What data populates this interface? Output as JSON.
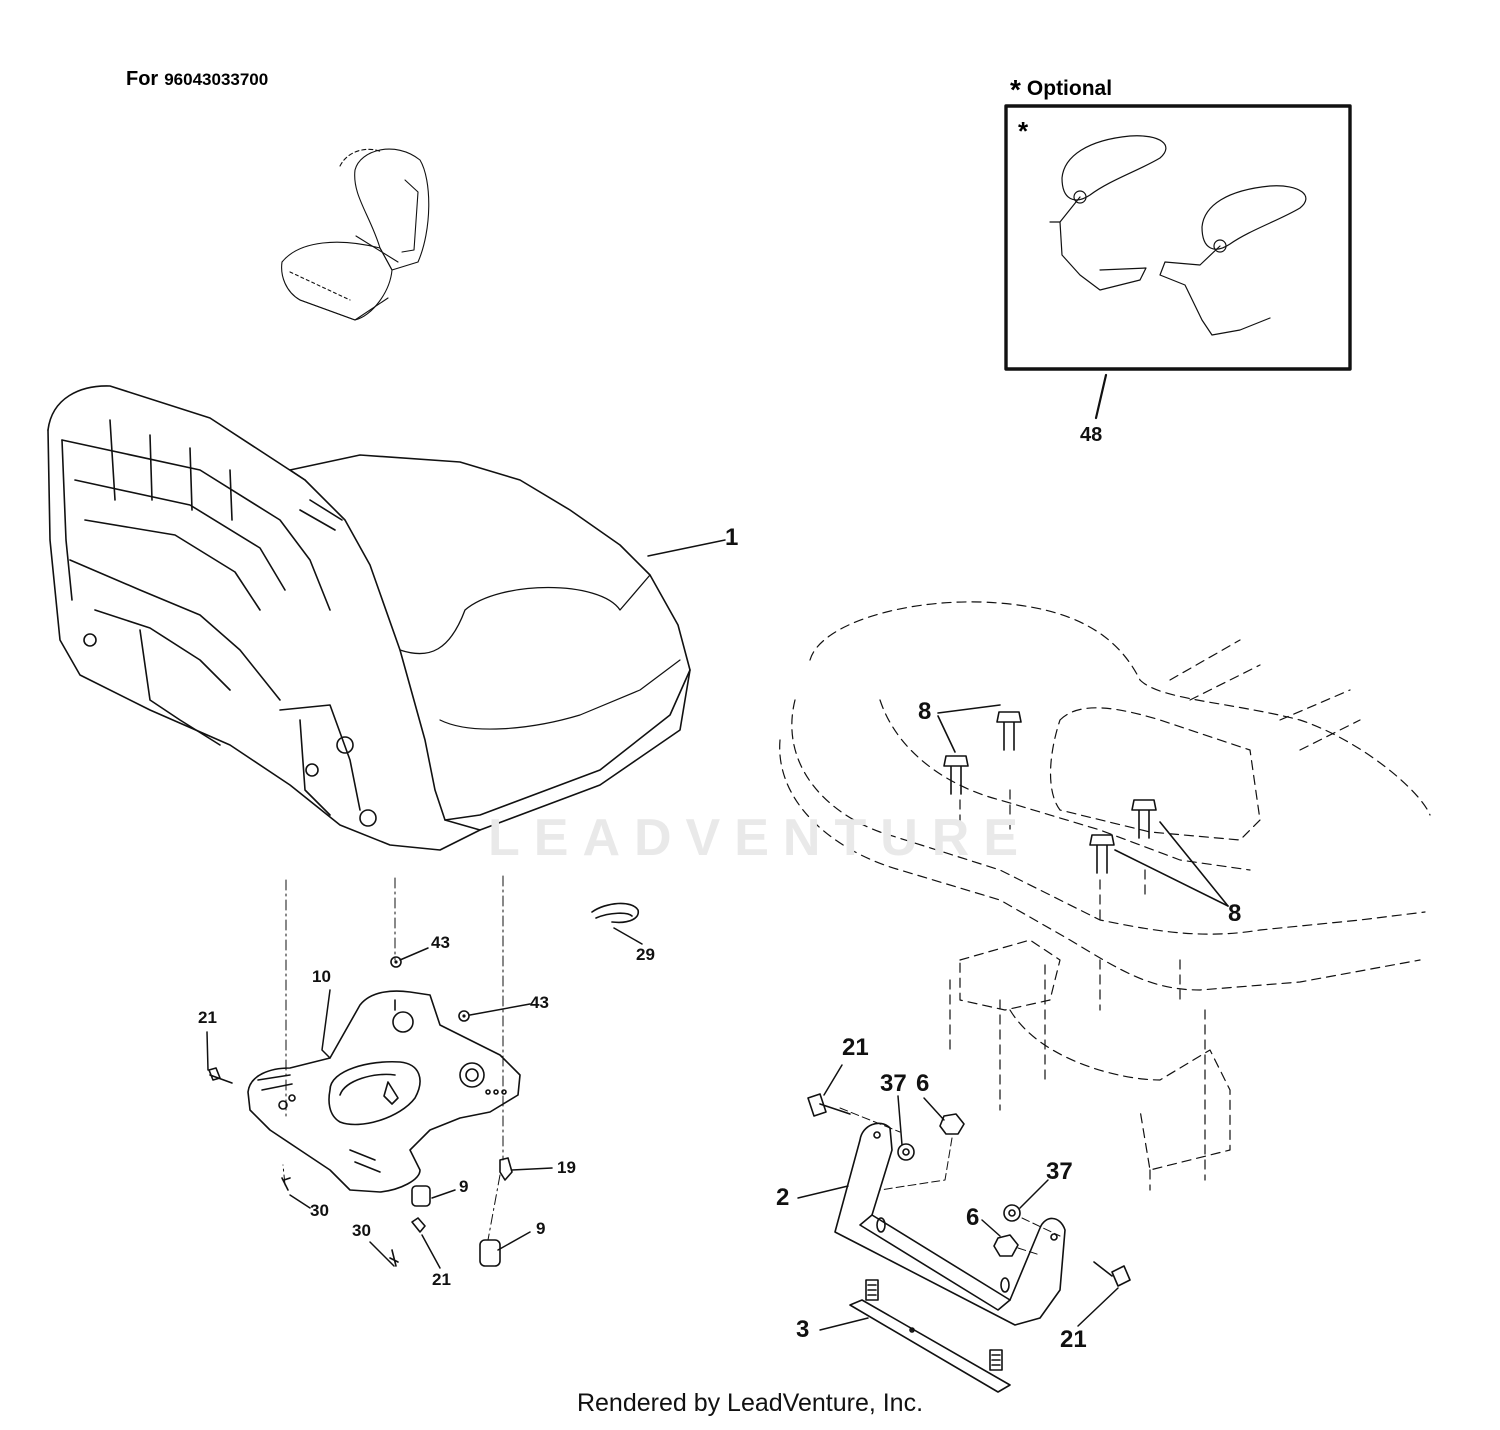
{
  "header": {
    "for_label": "For",
    "model_number": "96043033700"
  },
  "optional_box": {
    "marker": "*",
    "title": "Optional",
    "inner_marker": "*"
  },
  "watermark": "LEADVENTURE",
  "footer": "Rendered by LeadVenture, Inc.",
  "callouts": {
    "seat": "1",
    "armrest_kit": "48",
    "bolts_upper": "8",
    "bolts_lower": "8",
    "retainer_clip": "29",
    "pan_plate": "10",
    "stud_upper": "43",
    "stud_right": "43",
    "screw_left": "21",
    "knob": "19",
    "spacer_upper": "9",
    "spacer_lower": "9",
    "screw_bottom_left": "30",
    "screw_bottom_mid": "30",
    "screw_bottom": "21",
    "bolt_bracket_top": "21",
    "nut_37_top": "37",
    "nut_6_top": "6",
    "bracket": "2",
    "nut_37_lower": "37",
    "nut_6_lower": "6",
    "plate": "3",
    "bolt_bracket_right": "21"
  },
  "colors": {
    "ink": "#111111",
    "watermark": "#e9e9e9"
  }
}
